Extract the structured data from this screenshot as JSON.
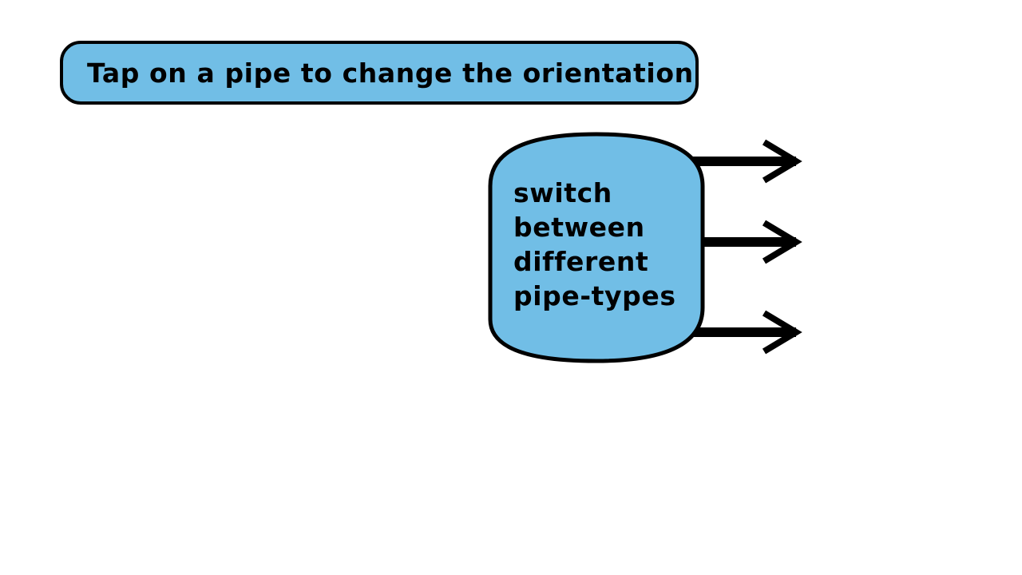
{
  "hint_banner": {
    "text": "Tap on a pipe to change the orientation"
  },
  "pipe_switch": {
    "label": "switch\nbetween\ndifferent\npipe-types",
    "arrow_icon": "arrow-right-icon",
    "arrow_count": 3
  },
  "colors": {
    "panel_fill": "#71bee6",
    "outline": "#000000",
    "background": "#ffffff"
  }
}
